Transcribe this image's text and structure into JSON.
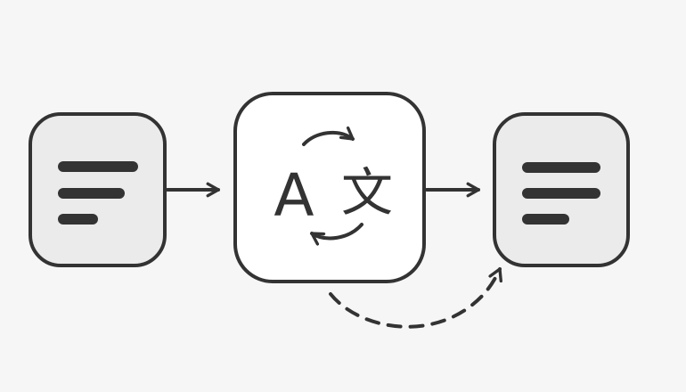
{
  "diagram": {
    "nodes": [
      {
        "id": "source",
        "icon": "text-lines-icon"
      },
      {
        "id": "translator",
        "icon": "translate-icon",
        "glyphs": {
          "latin": "A",
          "cjk": "文"
        }
      },
      {
        "id": "target",
        "icon": "text-lines-icon"
      }
    ],
    "edges": [
      {
        "from": "source",
        "to": "translator",
        "style": "solid"
      },
      {
        "from": "translator",
        "to": "target",
        "style": "solid"
      },
      {
        "from": "translator",
        "to": "target",
        "style": "dashed"
      }
    ]
  },
  "colors": {
    "background": "#f6f6f6",
    "stroke": "#333333",
    "card_fill_gray": "#ebebeb",
    "card_fill_white": "#ffffff"
  }
}
